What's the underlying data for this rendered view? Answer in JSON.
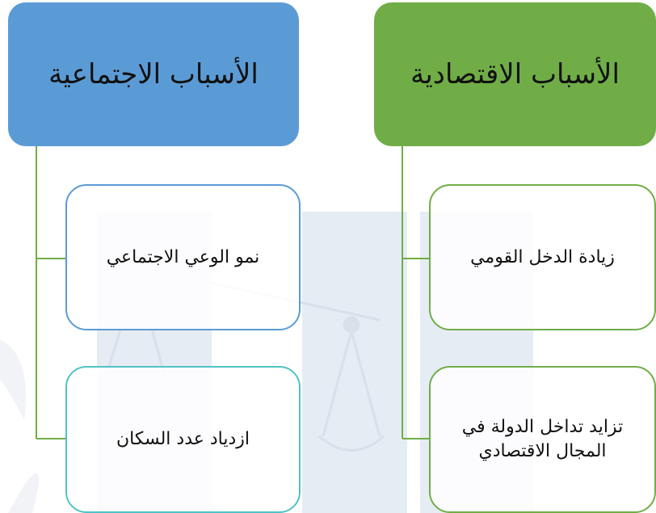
{
  "colors": {
    "social_header_bg": "#5b9bd5",
    "economic_header_bg": "#70ad47",
    "social_child_border_1": "#5b9bd5",
    "social_child_border_2": "#4fc3c5",
    "economic_child_border": "#70ad47",
    "connector_line": "#70ad47"
  },
  "social": {
    "title": "الأسباب الاجتماعية",
    "children": [
      "نمو الوعي الاجتماعي",
      "ازدياد عدد السكان"
    ]
  },
  "economic": {
    "title": "الأسباب الاقتصادية",
    "children": [
      "زيادة الدخل القومي",
      "تزايد تداخل الدولة في المجال الاقتصادي"
    ]
  }
}
